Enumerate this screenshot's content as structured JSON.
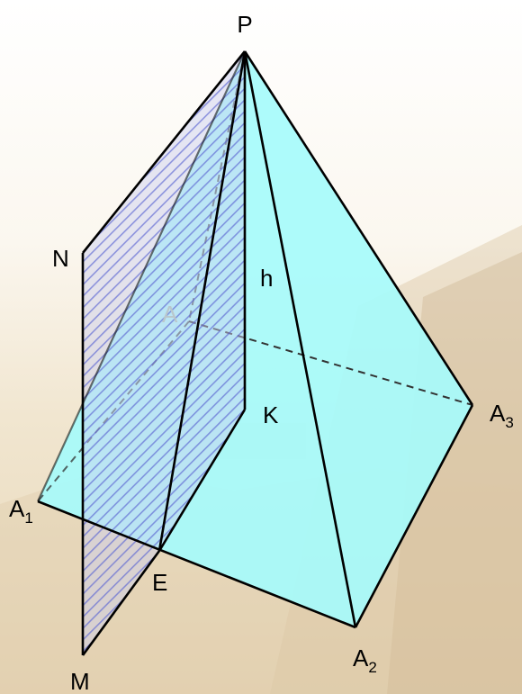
{
  "figure": {
    "colors": {
      "face_fill": "#a6fbfb",
      "edge": "#000000",
      "hidden_edge": "#333333",
      "section_fill": "#c9ceef",
      "hatch": "#6e77d8",
      "background_sand_light": "#f1e6d0",
      "background_sand_mid": "#dcc8a6",
      "background_sand_dark": "#c9b08a"
    },
    "labels": {
      "P": "P",
      "N": "N",
      "h": "h",
      "A": "A",
      "K": "K",
      "A1_main": "A",
      "A1_sub": "1",
      "A2_main": "A",
      "A2_sub": "2",
      "A3_main": "A",
      "A3_sub": "3",
      "E": "E",
      "M": "M"
    }
  }
}
